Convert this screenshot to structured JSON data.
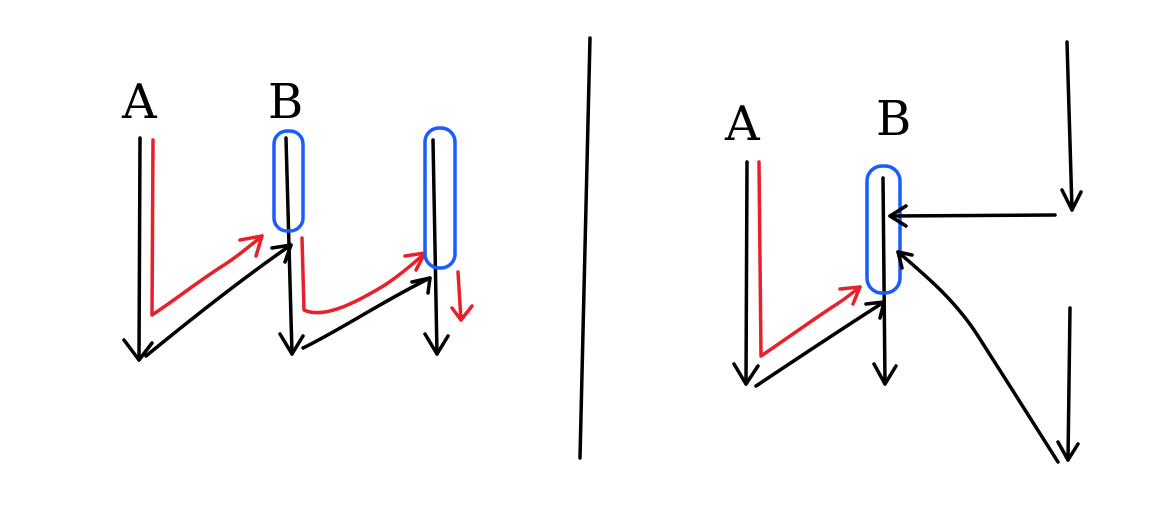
{
  "left_panel": {
    "label_a": "A",
    "label_b": "B"
  },
  "right_panel": {
    "label_a": "A",
    "label_b": "B"
  },
  "colors": {
    "ink": "#000000",
    "red": "#e8202a",
    "blue": "#1a5cff",
    "background": "#ffffff"
  }
}
